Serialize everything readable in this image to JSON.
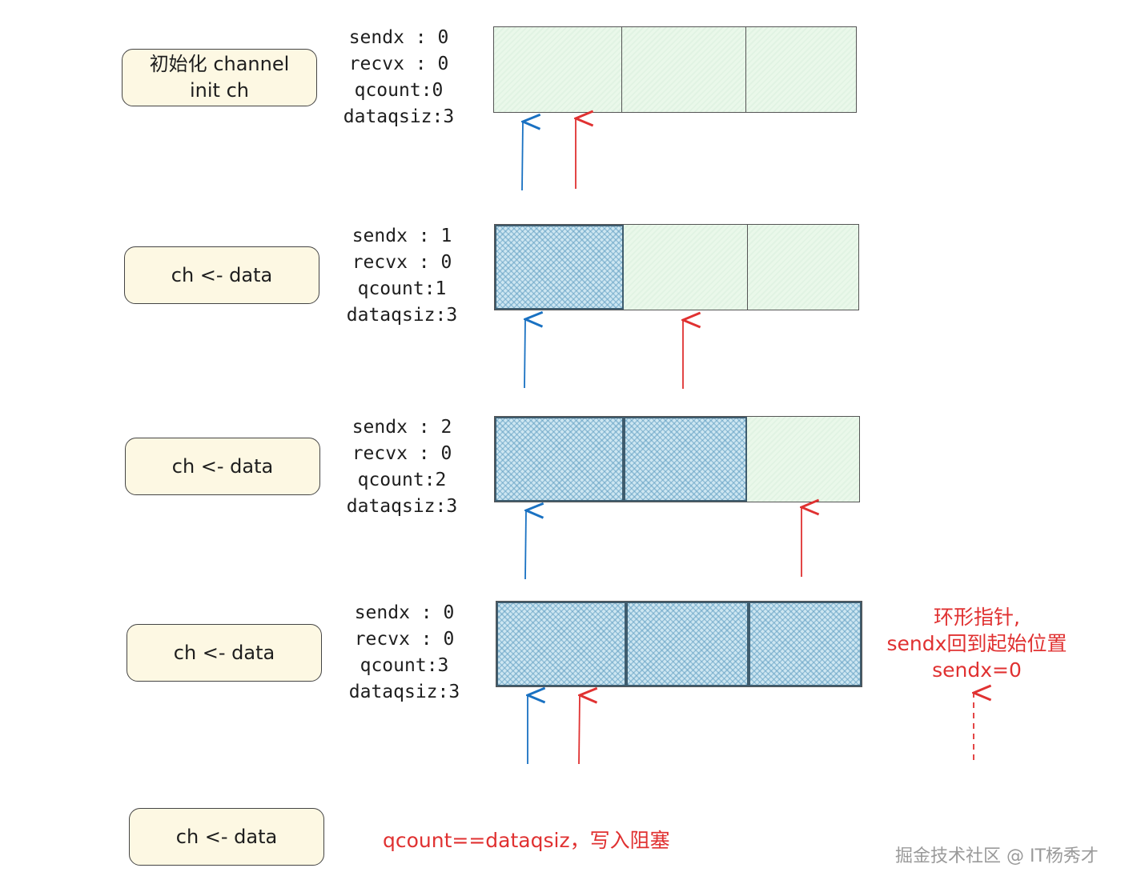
{
  "colors": {
    "send_pointer": "#1971c2",
    "recv_pointer": "#e03131",
    "empty_slot": "#eefaee",
    "filled_slot": "#cde6f1",
    "box_fill": "#fdf8e3",
    "note_text": "#e03131"
  },
  "steps": [
    {
      "label_line1": "初始化 channel",
      "label_line2": "init ch",
      "sendx": "sendx : 0",
      "recvx": "recvx : 0",
      "qcount": "qcount:0",
      "dataqsiz": "dataqsiz:3",
      "slots_filled": [
        false,
        false,
        false
      ]
    },
    {
      "label_line1": "ch <- data",
      "label_line2": "",
      "sendx": "sendx : 1",
      "recvx": "recvx : 0",
      "qcount": "qcount:1",
      "dataqsiz": "dataqsiz:3",
      "slots_filled": [
        true,
        false,
        false
      ]
    },
    {
      "label_line1": "ch <- data",
      "label_line2": "",
      "sendx": "sendx : 2",
      "recvx": "recvx : 0",
      "qcount": "qcount:2",
      "dataqsiz": "dataqsiz:3",
      "slots_filled": [
        true,
        true,
        false
      ]
    },
    {
      "label_line1": "ch <- data",
      "label_line2": "",
      "sendx": "sendx : 0",
      "recvx": "recvx : 0",
      "qcount": "qcount:3",
      "dataqsiz": "dataqsiz:3",
      "slots_filled": [
        true,
        true,
        true
      ]
    }
  ],
  "final_step": {
    "label": "ch <- data",
    "blocked_note": "qcount==dataqsiz，写入阻塞"
  },
  "wrap_note": {
    "line1": "环形指针,",
    "line2": "sendx回到起始位置",
    "line3": "sendx=0"
  },
  "watermark": "掘金技术社区 @ IT杨秀才"
}
